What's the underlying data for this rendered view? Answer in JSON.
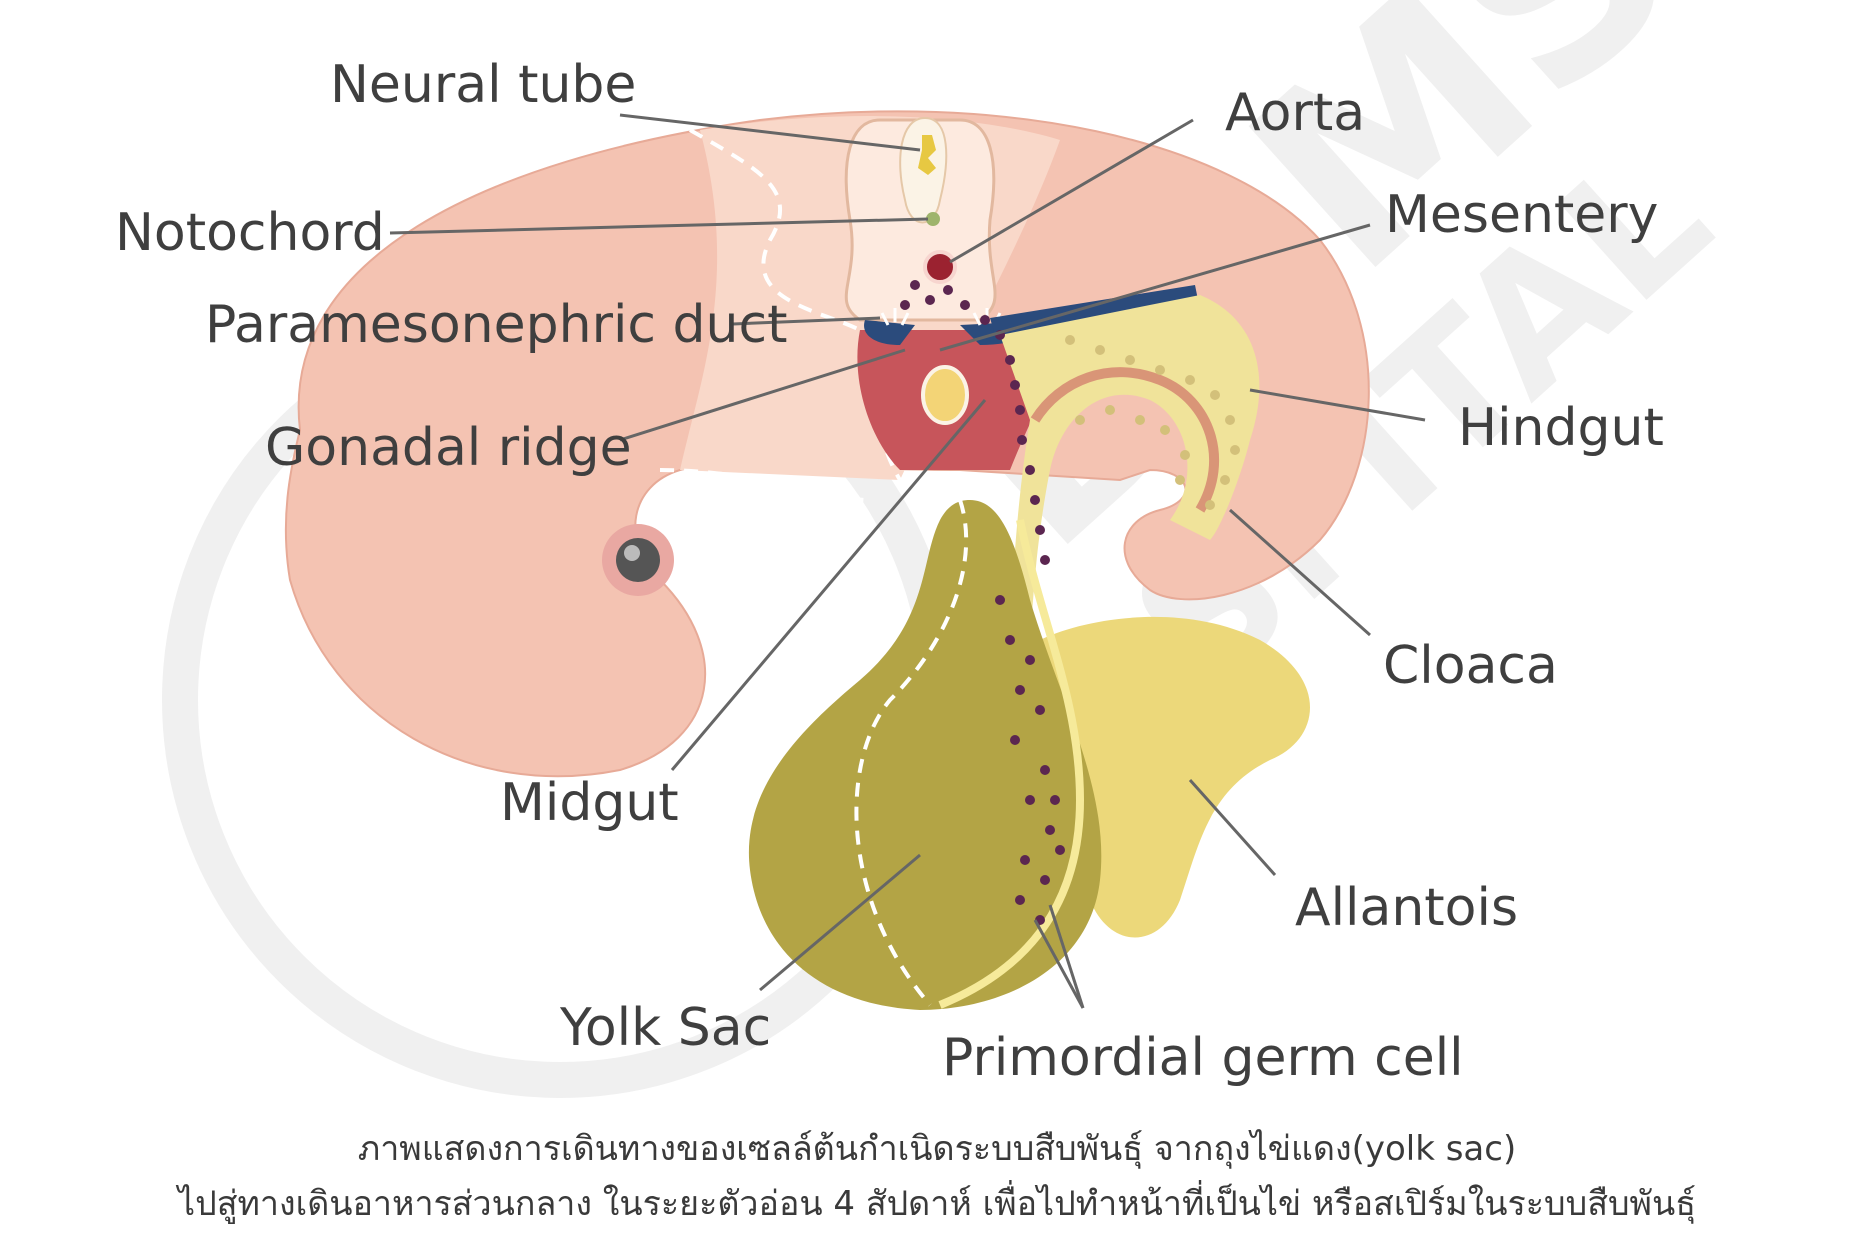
{
  "watermark": {
    "line1": "BDMS",
    "line2": "HOSPITAL"
  },
  "labels": {
    "neural_tube": "Neural tube",
    "notochord": "Notochord",
    "paramesonephric_duct": "Paramesonephric duct",
    "gonadal_ridge": "Gonadal ridge",
    "midgut": "Midgut",
    "yolk_sac": "Yolk Sac",
    "primordial_germ_cell": "Primordial germ cell",
    "aorta": "Aorta",
    "mesentery": "Mesentery",
    "hindgut": "Hindgut",
    "cloaca": "Cloaca",
    "allantois": "Allantois"
  },
  "caption": {
    "line1": "ภาพแสดงการเดินทางของเซลล์ต้นกำเนิดระบบสืบพันธุ์ จากถุงไข่แดง(yolk sac)",
    "line2": "ไปสู่ทางเดินอาหารส่วนกลาง ในระยะตัวอ่อน 4 สัปดาห์ เพื่อไปทำหน้าที่เป็นไข่ หรือสเปิร์มในระบบสืบพันธุ์"
  },
  "colors": {
    "body": "#f4c3b2",
    "body_light": "#f9d8c9",
    "gonad_red": "#c7555b",
    "yolk_sac": "#b3a445",
    "allantois": "#ecd87a",
    "gut_light": "#f0e39a",
    "germ_cell": "#5b2650",
    "aorta": "#9b2230",
    "leader": "#666666",
    "text": "#3f3f3f"
  }
}
